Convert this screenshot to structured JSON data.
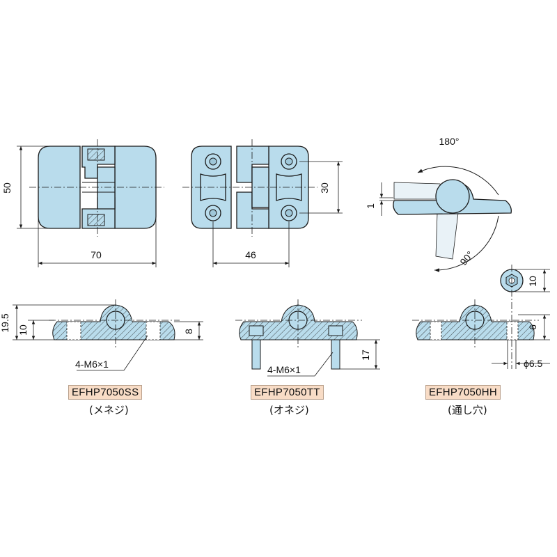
{
  "top_views": {
    "front_width": "70",
    "front_height": "50",
    "back_width": "46",
    "back_height": "30"
  },
  "rotation_view": {
    "angle_open": "180°",
    "angle_down": "90°",
    "gap": "1"
  },
  "section_ss": {
    "overall_height": "19.5",
    "axis_height": "10",
    "plate_thickness": "8",
    "thread_callout": "4-M6×1",
    "model": "EFHP7050SS",
    "type": "(メネジ)"
  },
  "section_tt": {
    "stud_length": "17",
    "thread_callout": "4-M6×1",
    "model": "EFHP7050TT",
    "type": "(オネジ)"
  },
  "section_hh": {
    "counterbore": "10",
    "depth": "6",
    "hole_dia": "ϕ6.5",
    "model": "EFHP7050HH",
    "type": "(通し穴)"
  }
}
